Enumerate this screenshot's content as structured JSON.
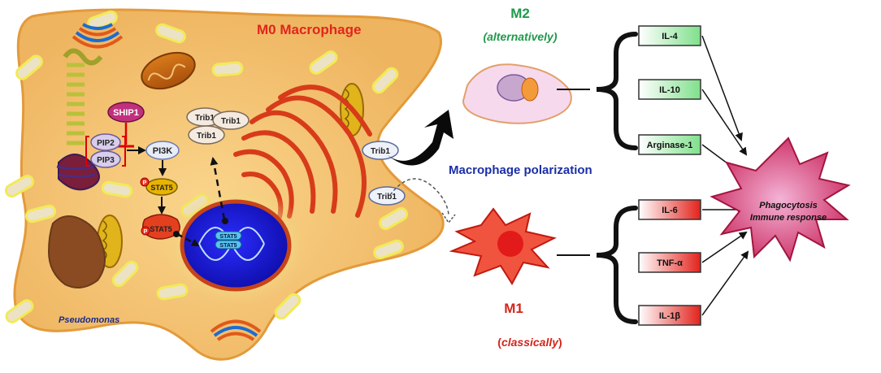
{
  "m0": {
    "title": "M0 Macrophage"
  },
  "pathogen": {
    "label": "Pseudomonas"
  },
  "signaling": {
    "ship1": "SHIP1",
    "pip2": "PIP2",
    "pip3": "PIP3",
    "pi3k": "PI3K",
    "stat5": "STAT5",
    "phospho": "P",
    "nuclear_stat5_a": "STAT5",
    "nuclear_stat5_b": "STAT5"
  },
  "trib1": {
    "label": "Trib1"
  },
  "polarization": {
    "label": "Macrophage polarization"
  },
  "m2": {
    "title": "M2",
    "subtitle": "(alternatively)"
  },
  "m1": {
    "title": "M1",
    "subtitle_open": "(",
    "subtitle_word": "classically",
    "subtitle_close": ")"
  },
  "m2_markers": [
    "IL-4",
    "IL-10",
    "Arginase-1"
  ],
  "m1_markers": [
    "IL-6",
    "TNF-α",
    "IL-1β"
  ],
  "outcome": {
    "line1": "Phagocytosis",
    "line2": "Immune response"
  },
  "colors": {
    "m0_title": "#e0261c",
    "m2_title": "#1f9a4a",
    "m1_title": "#d3261c",
    "polarization": "#1a2ea8",
    "pathogen": "#1a2a8c",
    "cell_fill": "#f6c97a",
    "cell_edge": "#e39a3a"
  }
}
